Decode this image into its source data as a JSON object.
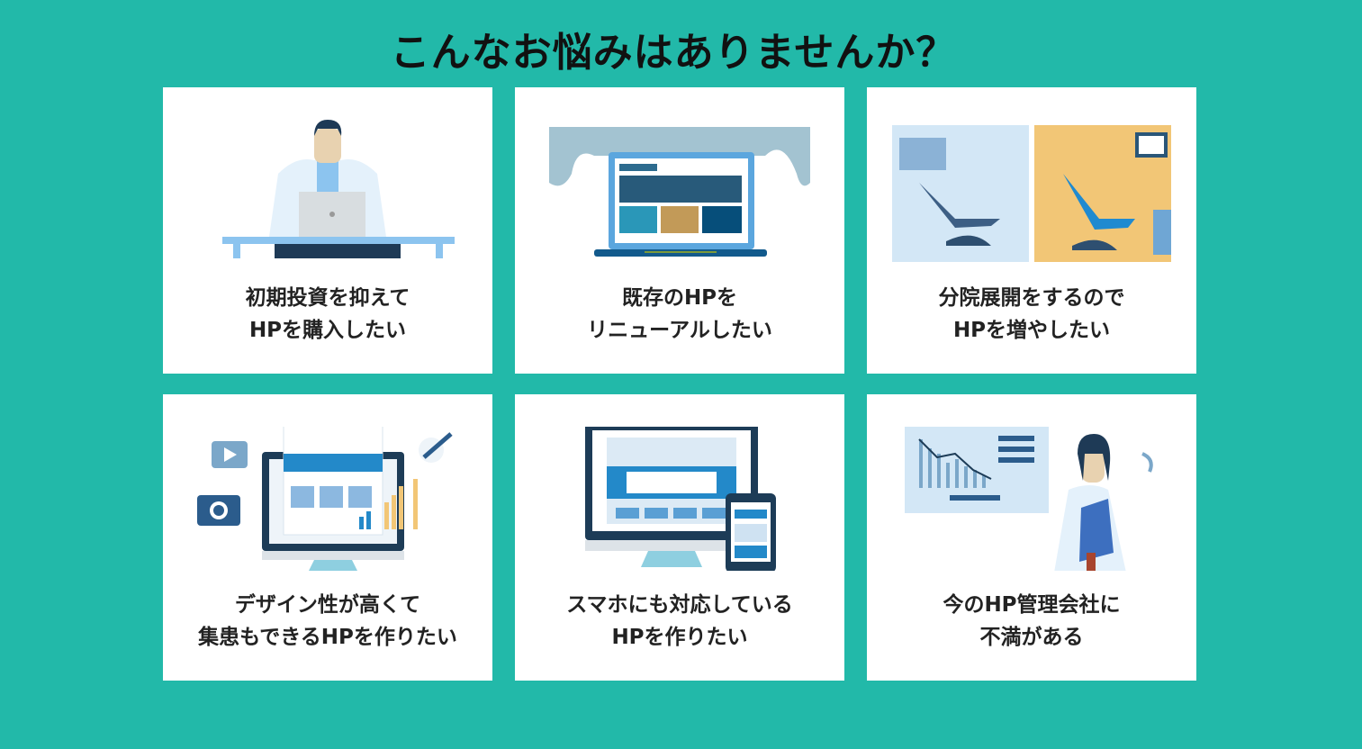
{
  "page_title": "こんなお悩みはありませんか？",
  "colors": {
    "background": "#22b9a9",
    "card": "#ffffff"
  },
  "cards": [
    {
      "icon": "doctor-laptop-illustration",
      "lines": [
        "初期投資を抑えて",
        "HPを購入したい"
      ]
    },
    {
      "icon": "laptop-website-illustration",
      "lines": [
        "既存のHPを",
        "リニューアルしたい"
      ]
    },
    {
      "icon": "dental-clinics-illustration",
      "lines": [
        "分院展開をするので",
        "HPを増やしたい"
      ]
    },
    {
      "icon": "design-monitor-illustration",
      "lines": [
        "デザイン性が高くて",
        "集患もできるHPを作りたい"
      ]
    },
    {
      "icon": "responsive-devices-illustration",
      "lines": [
        "スマホにも対応している",
        "HPを作りたい"
      ]
    },
    {
      "icon": "doctor-presentation-illustration",
      "lines": [
        "今のHP管理会社に",
        "不満がある"
      ]
    }
  ]
}
